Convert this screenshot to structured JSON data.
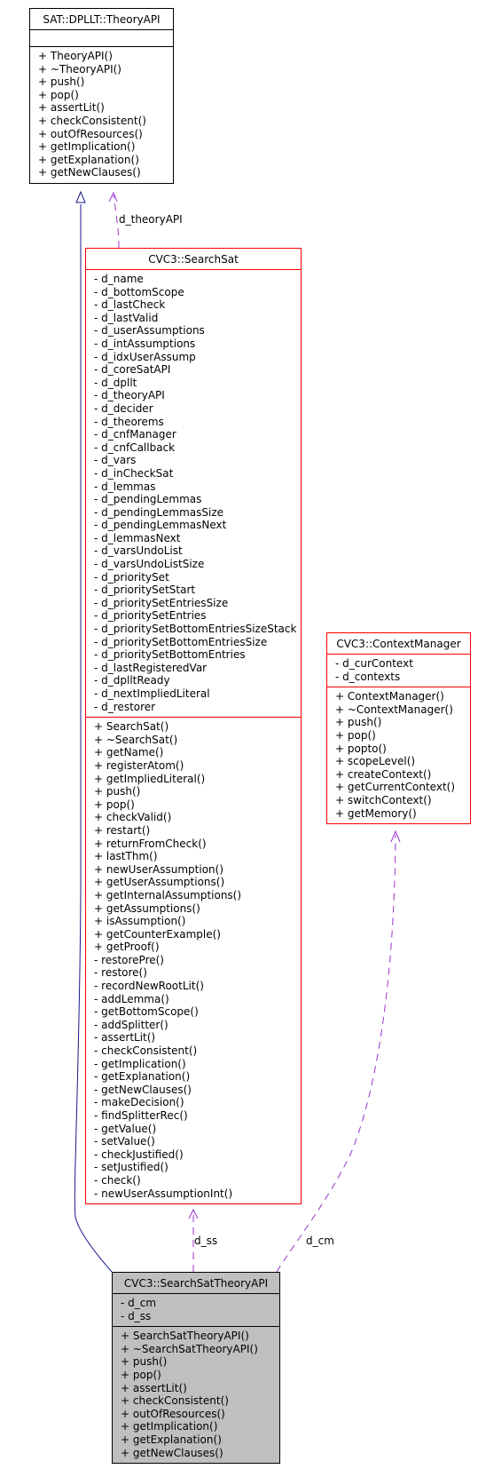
{
  "classes": {
    "theoryapi": {
      "title": "SAT::DPLLT::TheoryAPI",
      "attributes": [],
      "methods": [
        "+ TheoryAPI()",
        "+ ~TheoryAPI()",
        "+ push()",
        "+ pop()",
        "+ assertLit()",
        "+ checkConsistent()",
        "+ outOfResources()",
        "+ getImplication()",
        "+ getExplanation()",
        "+ getNewClauses()"
      ]
    },
    "searchsat": {
      "title": "CVC3::SearchSat",
      "attributes": [
        "- d_name",
        "- d_bottomScope",
        "- d_lastCheck",
        "- d_lastValid",
        "- d_userAssumptions",
        "- d_intAssumptions",
        "- d_idxUserAssump",
        "- d_coreSatAPI",
        "- d_dpllt",
        "- d_theoryAPI",
        "- d_decider",
        "- d_theorems",
        "- d_cnfManager",
        "- d_cnfCallback",
        "- d_vars",
        "- d_inCheckSat",
        "- d_lemmas",
        "- d_pendingLemmas",
        "- d_pendingLemmasSize",
        "- d_pendingLemmasNext",
        "- d_lemmasNext",
        "- d_varsUndoList",
        "- d_varsUndoListSize",
        "- d_prioritySet",
        "- d_prioritySetStart",
        "- d_prioritySetEntriesSize",
        "- d_prioritySetEntries",
        "- d_prioritySetBottomEntriesSizeStack",
        "- d_prioritySetBottomEntriesSize",
        "- d_prioritySetBottomEntries",
        "- d_lastRegisteredVar",
        "- d_dplltReady",
        "- d_nextImpliedLiteral",
        "- d_restorer"
      ],
      "methods": [
        "+ SearchSat()",
        "+ ~SearchSat()",
        "+ getName()",
        "+ registerAtom()",
        "+ getImpliedLiteral()",
        "+ push()",
        "+ pop()",
        "+ checkValid()",
        "+ restart()",
        "+ returnFromCheck()",
        "+ lastThm()",
        "+ newUserAssumption()",
        "+ getUserAssumptions()",
        "+ getInternalAssumptions()",
        "+ getAssumptions()",
        "+ isAssumption()",
        "+ getCounterExample()",
        "+ getProof()",
        "- restorePre()",
        "- restore()",
        "- recordNewRootLit()",
        "- addLemma()",
        "- getBottomScope()",
        "- addSplitter()",
        "- assertLit()",
        "- checkConsistent()",
        "- getImplication()",
        "- getExplanation()",
        "- getNewClauses()",
        "- makeDecision()",
        "- findSplitterRec()",
        "- getValue()",
        "- setValue()",
        "- checkJustified()",
        "- setJustified()",
        "- check()",
        "- newUserAssumptionInt()"
      ]
    },
    "contextmanager": {
      "title": "CVC3::ContextManager",
      "attributes": [
        "- d_curContext",
        "- d_contexts"
      ],
      "methods": [
        "+ ContextManager()",
        "+ ~ContextManager()",
        "+ push()",
        "+ pop()",
        "+ popto()",
        "+ scopeLevel()",
        "+ createContext()",
        "+ getCurrentContext()",
        "+ switchContext()",
        "+ getMemory()"
      ]
    },
    "searchsattheoryapi": {
      "title": "CVC3::SearchSatTheoryAPI",
      "attributes": [
        "- d_cm",
        "- d_ss"
      ],
      "methods": [
        "+ SearchSatTheoryAPI()",
        "+ ~SearchSatTheoryAPI()",
        "+ push()",
        "+ pop()",
        "+ assertLit()",
        "+ checkConsistent()",
        "+ outOfResources()",
        "+ getImplication()",
        "+ getExplanation()",
        "+ getNewClauses()"
      ]
    }
  },
  "edges": {
    "theoryapi_label": "d_theoryAPI",
    "ss_label": "d_ss",
    "cm_label": "d_cm"
  },
  "colors": {
    "inheritance": "#1a1a8c",
    "usage": "#9a32cd",
    "class_border": "#ff0000",
    "focus_fill": "#bfbfbf"
  }
}
